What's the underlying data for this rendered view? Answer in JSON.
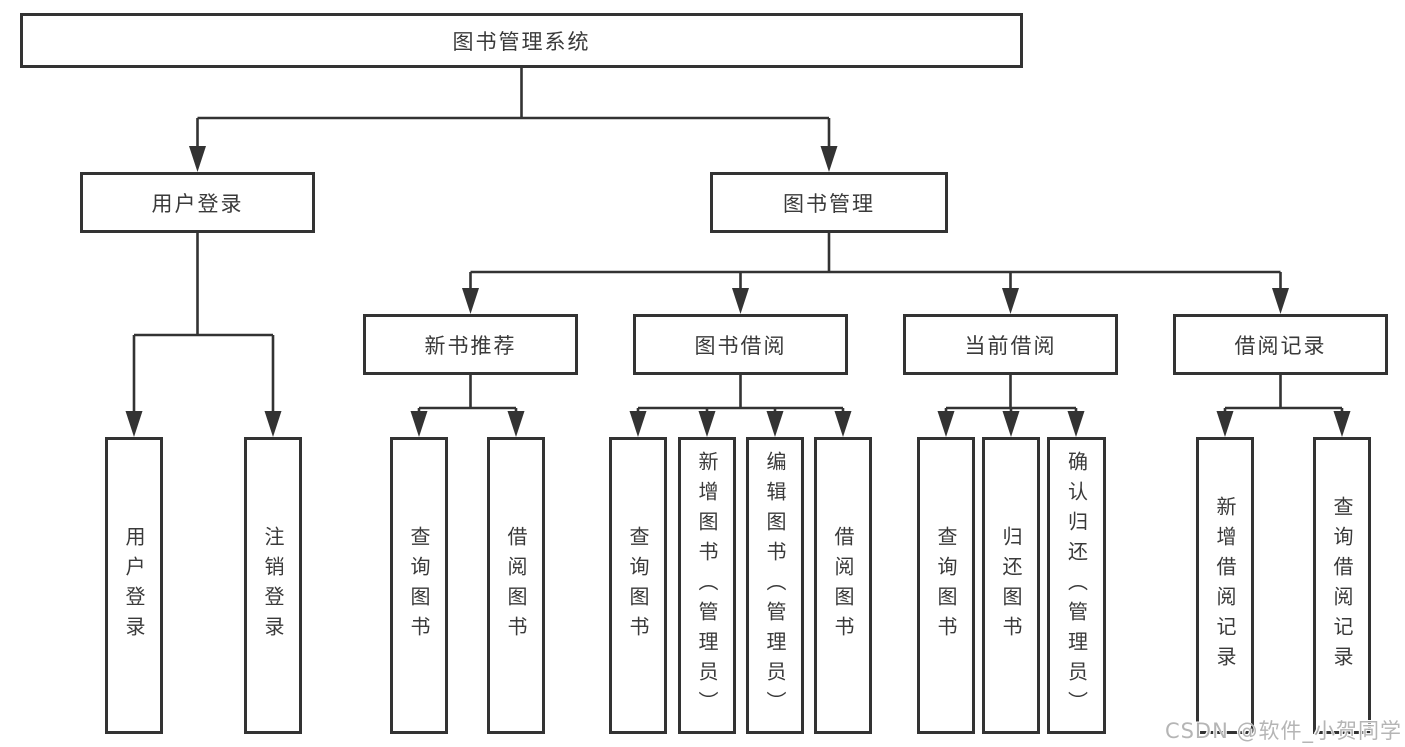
{
  "diagram": {
    "root": {
      "label": "图书管理系统"
    },
    "branches": [
      {
        "label": "用户登录",
        "children": [
          {
            "label": "用户登录"
          },
          {
            "label": "注销登录"
          }
        ]
      },
      {
        "label": "图书管理",
        "children": [
          {
            "label": "新书推荐",
            "children": [
              {
                "label": "查询图书"
              },
              {
                "label": "借阅图书"
              }
            ]
          },
          {
            "label": "图书借阅",
            "children": [
              {
                "label": "查询图书"
              },
              {
                "label": "新增图书（管理员）"
              },
              {
                "label": "编辑图书（管理员）"
              },
              {
                "label": "借阅图书"
              }
            ]
          },
          {
            "label": "当前借阅",
            "children": [
              {
                "label": "查询图书"
              },
              {
                "label": "归还图书"
              },
              {
                "label": "确认归还（管理员）"
              }
            ]
          },
          {
            "label": "借阅记录",
            "children": [
              {
                "label": "新增借阅记录"
              },
              {
                "label": "查询借阅记录"
              }
            ]
          }
        ]
      }
    ]
  },
  "watermark": {
    "text": "CSDN @软件_小贺同学"
  },
  "colors": {
    "line": "#333333",
    "box_border": "#333333",
    "text": "#3a3a3a",
    "background": "#ffffff",
    "watermark": "#a8a8a8"
  }
}
